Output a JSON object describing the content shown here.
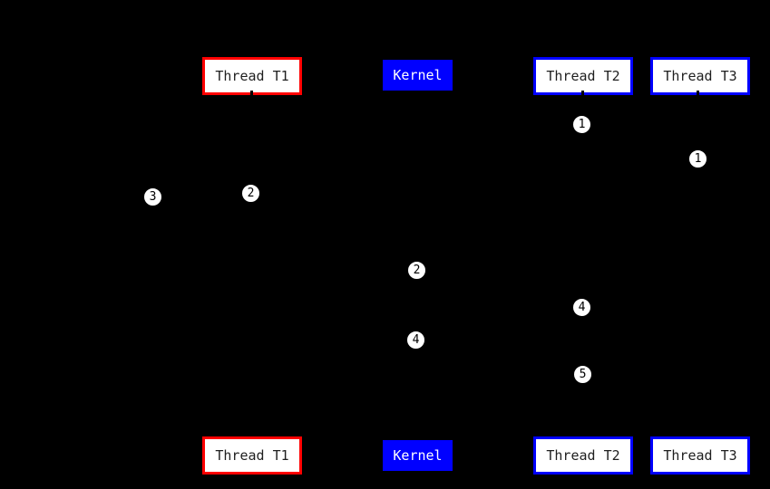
{
  "diagram": {
    "background_color": "#000000",
    "participants": [
      {
        "label": "Thread T1",
        "style": "red-border",
        "border_color": "#FF0000",
        "fill_color": "#FFFFFF",
        "text_color": "#1F1F1F"
      },
      {
        "label": "Kernel",
        "style": "blue-fill",
        "border_color": "#0000FF",
        "fill_color": "#0000FF",
        "text_color": "#FFFFFF"
      },
      {
        "label": "Thread T2",
        "style": "blue-border",
        "border_color": "#0000FF",
        "fill_color": "#FFFFFF",
        "text_color": "#1F1F1F"
      },
      {
        "label": "Thread T3",
        "style": "blue-border",
        "border_color": "#0000FF",
        "fill_color": "#FFFFFF",
        "text_color": "#1F1F1F"
      }
    ],
    "step_badges": [
      {
        "label": "1"
      },
      {
        "label": "1"
      },
      {
        "label": "2"
      },
      {
        "label": "3"
      },
      {
        "label": "2"
      },
      {
        "label": "4"
      },
      {
        "label": "4"
      },
      {
        "label": "5"
      }
    ],
    "badge_fill_color": "#FFFFFF",
    "badge_text_color": "#000000"
  }
}
